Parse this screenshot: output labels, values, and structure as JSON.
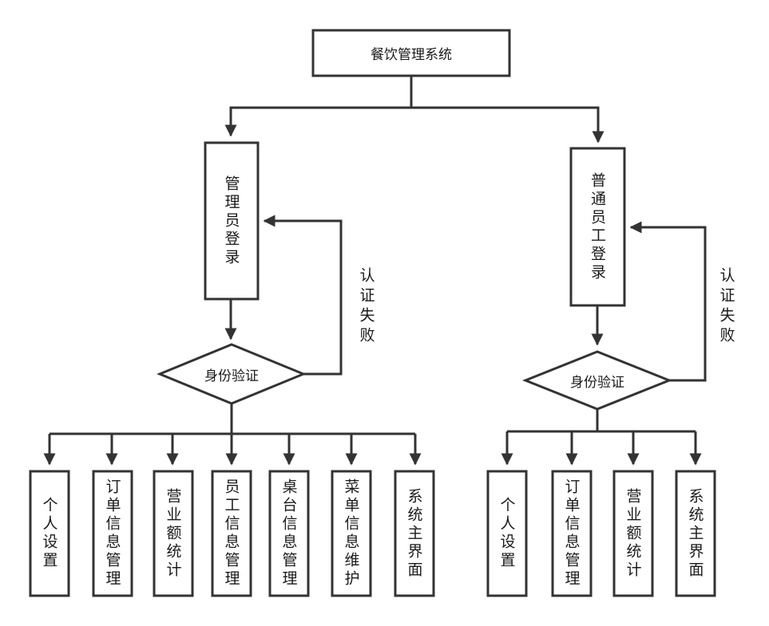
{
  "root": {
    "label": "餐饮管理系统"
  },
  "admin": {
    "login": "管理员登录",
    "verify": "身份验证",
    "fail": "认证失败",
    "modules": [
      "个人设置",
      "订单信息管理",
      "营业额统计",
      "员工信息管理",
      "桌台信息管理",
      "菜单信息维护",
      "系统主界面"
    ]
  },
  "staff": {
    "login": "普通员工登录",
    "verify": "身份验证",
    "fail": "认证失败",
    "modules": [
      "个人设置",
      "订单信息管理",
      "营业额统计",
      "系统主界面"
    ]
  }
}
